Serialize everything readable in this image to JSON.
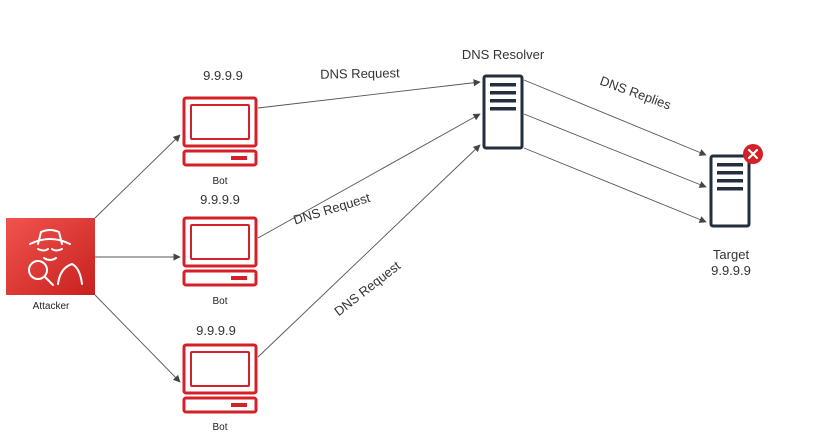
{
  "attacker": {
    "label": "Attacker",
    "icon": "spy-magnifier-icon",
    "color": "#dd3333"
  },
  "bots": [
    {
      "label": "Bot",
      "ip": "9.9.9.9"
    },
    {
      "label": "Bot",
      "ip": "9.9.9.9"
    },
    {
      "label": "Bot",
      "ip": "9.9.9.9"
    }
  ],
  "bot_color": "#d42028",
  "resolver": {
    "label": "DNS Resolver",
    "icon": "server-icon",
    "color": "#232f3e"
  },
  "target": {
    "label": "Target",
    "ip": "9.9.9.9",
    "icon": "server-icon",
    "badge_icon": "close-icon",
    "badge_color": "#d42028"
  },
  "edges": {
    "requests": [
      "DNS Request",
      "DNS Request",
      "DNS Request"
    ],
    "replies": "DNS Replies"
  }
}
